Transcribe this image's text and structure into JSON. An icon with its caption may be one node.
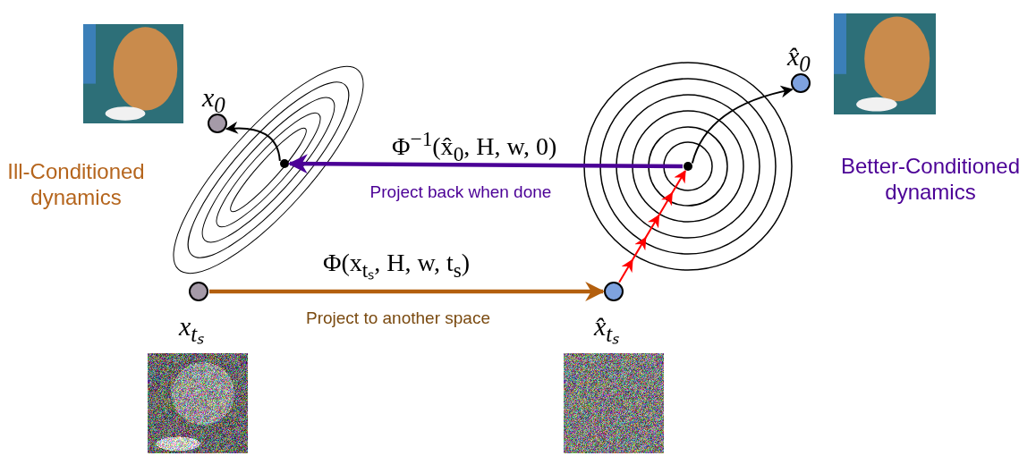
{
  "diagram": {
    "nodes": [
      {
        "text": [
          "x$_{0}$"
        ]
      },
      {
        "text": [
          "x̂$_{0}$"
        ]
      },
      {
        "text": [
          "x$_{tₛ}$"
        ]
      },
      {
        "text": [
          "x̂$_{tₛ}$"
        ]
      },
      {
        "text": [],
        "shape": "circle"
      },
      {
        "text": [],
        "shape": "circle"
      }
    ],
    "edges": [
      {
        "from": 2,
        "to": 3,
        "arrow": "to",
        "label": "Φ(x$_{tₛ}$, H, w, t$_{s}$)",
        "style": "thick",
        "color": "#b35f0e"
      },
      {
        "from": 5,
        "to": 4,
        "arrow": "to",
        "label": "Φ$^{−1}$(x̂$_{0}$, H, w, 0)",
        "style": "thick",
        "color": "#4b0096"
      },
      {
        "from": 4,
        "to": 0,
        "arrow": "to"
      },
      {
        "from": 5,
        "to": 1,
        "arrow": "to"
      },
      {
        "from": 3,
        "to": 5,
        "arrow": "to",
        "color": "#ff0000"
      }
    ],
    "labels": [
      "Ill-Conditioned dynamics",
      "Project back when done",
      "Better-Conditioned dynamics",
      "Project to another space"
    ]
  }
}
